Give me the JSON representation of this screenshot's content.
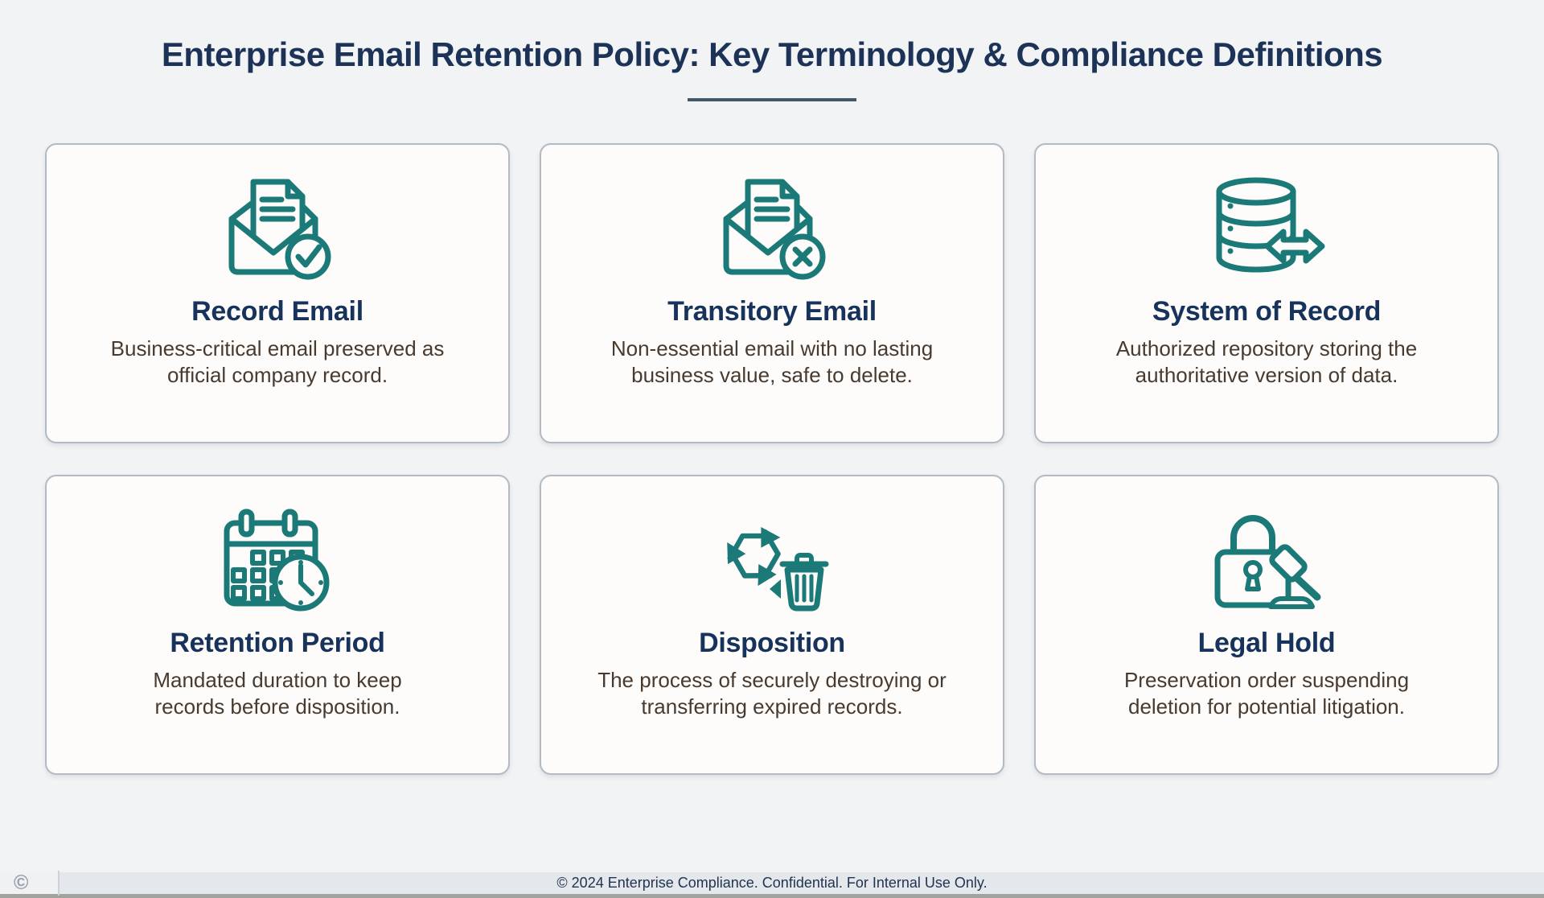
{
  "header": {
    "title": "Enterprise Email Retention Policy: Key Terminology & Compliance Definitions"
  },
  "cards": [
    {
      "icon": "record-email-icon",
      "title": "Record Email",
      "description": "Business-critical email preserved as official company record."
    },
    {
      "icon": "transitory-email-icon",
      "title": "Transitory Email",
      "description": "Non-essential email with no lasting business value, safe to delete."
    },
    {
      "icon": "system-of-record-icon",
      "title": "System of Record",
      "description": "Authorized repository storing the authoritative version of data."
    },
    {
      "icon": "retention-period-icon",
      "title": "Retention Period",
      "description": "Mandated duration to keep records before disposition."
    },
    {
      "icon": "disposition-icon",
      "title": "Disposition",
      "description": "The process of securely destroying or transferring expired records."
    },
    {
      "icon": "legal-hold-icon",
      "title": "Legal Hold",
      "description": "Preservation order suspending deletion for potential litigation."
    }
  ],
  "footer": {
    "text": "© 2024 Enterprise Compliance. Confidential. For Internal Use Only.",
    "logo_glyph": "©"
  },
  "colors": {
    "accent_teal": "#1b7a78",
    "title_navy": "#1c3357",
    "card_title_navy": "#17335c",
    "description_brown": "#483a2f",
    "card_background": "#fdfcfa",
    "card_border": "#b2bac4",
    "page_background": "#f2f3f5",
    "underline": "#44566b",
    "footer_background": "#e4e7eb",
    "footer_text": "#23344f"
  }
}
